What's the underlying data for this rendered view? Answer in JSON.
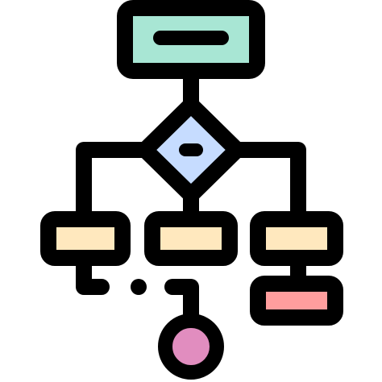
{
  "icon": {
    "name": "flowchart-icon",
    "colors": {
      "stroke": "#000000",
      "top_box": "#a8e6d4",
      "decision": "#c6dcff",
      "process": "#ffe8be",
      "error_box": "#ff9d9d",
      "terminal": "#e18dbf",
      "background": "#ffffff"
    },
    "nodes": [
      {
        "id": "start-box",
        "kind": "rectangle",
        "fill_key": "top_box"
      },
      {
        "id": "decision-diamond",
        "kind": "diamond",
        "fill_key": "decision"
      },
      {
        "id": "process-left",
        "kind": "rectangle",
        "fill_key": "process"
      },
      {
        "id": "process-middle",
        "kind": "rectangle",
        "fill_key": "process"
      },
      {
        "id": "process-right",
        "kind": "rectangle",
        "fill_key": "process"
      },
      {
        "id": "alert-box",
        "kind": "rectangle",
        "fill_key": "error_box"
      },
      {
        "id": "end-circle",
        "kind": "circle",
        "fill_key": "terminal"
      }
    ]
  }
}
